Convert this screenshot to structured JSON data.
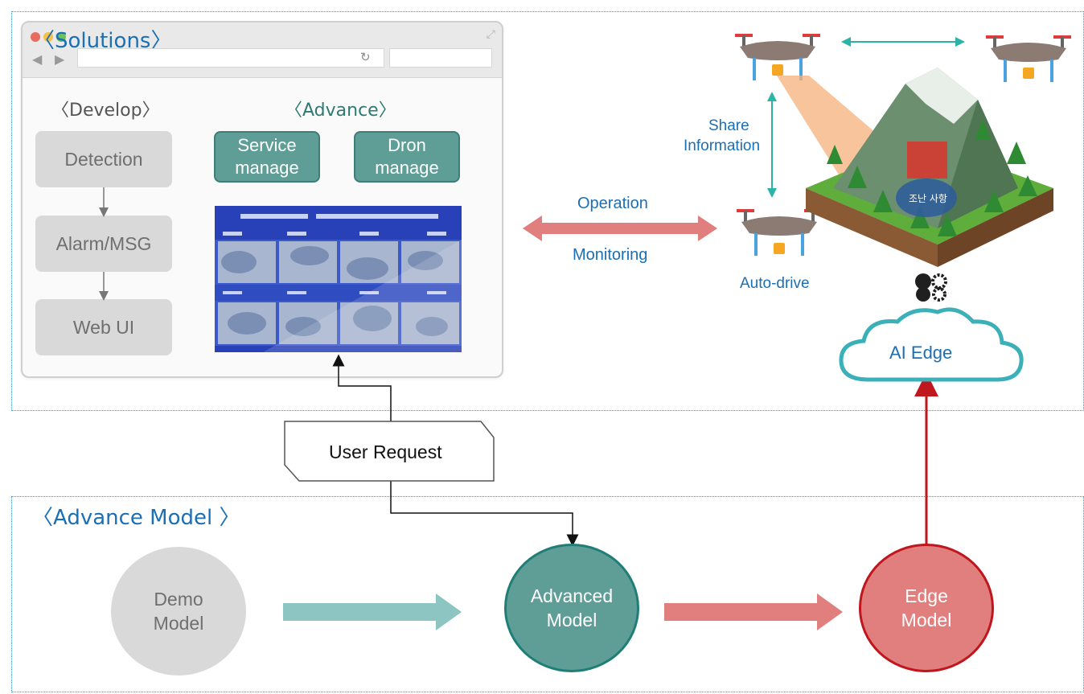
{
  "solutions": {
    "title": "〈Solutions〉",
    "develop_heading": "〈Develop〉",
    "advance_heading": "〈Advance〉",
    "develop_steps": [
      "Detection",
      "Alarm/MSG",
      "Web UI"
    ],
    "advance_buttons": [
      {
        "line1": "Service",
        "line2": "manage"
      },
      {
        "line1": "Dron",
        "line2": "manage"
      }
    ]
  },
  "links": {
    "operation": "Operation",
    "monitoring": "Monitoring"
  },
  "field": {
    "share_line1": "Share",
    "share_line2": "Information",
    "auto_drive": "Auto-drive",
    "incident_badge": "조난 사항",
    "ai_edge": "AI Edge"
  },
  "user_request": "User Request",
  "advance_model": {
    "title": "〈Advance Model 〉",
    "demo": {
      "line1": "Demo",
      "line2": "Model"
    },
    "advanced": {
      "line1": "Advanced",
      "line2": "Model"
    },
    "edge": {
      "line1": "Edge",
      "line2": "Model"
    }
  },
  "colors": {
    "accent_blue": "#1a6fb5",
    "teal": "#5f9e97",
    "teal_arrow": "#8cc5c1",
    "salmon_arrow": "#e07f7d",
    "edge_red": "#e07f7d",
    "edge_border": "#c0161d",
    "gray_box": "#d9d9d9"
  }
}
